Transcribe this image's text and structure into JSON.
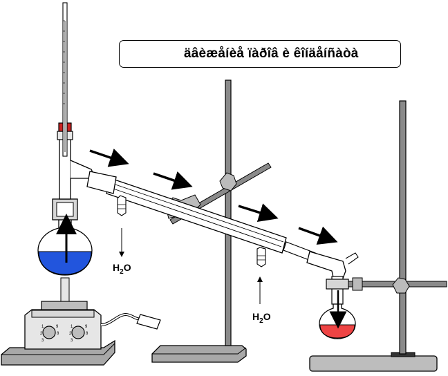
{
  "legend": {
    "text": "äâèæåíèå ïàðîâ è êîíäåíñàòà",
    "arrow_icon": "arrow-right-icon"
  },
  "labels": {
    "water_left": {
      "prefix": "H",
      "sub": "2",
      "suffix": "O"
    },
    "water_right": {
      "prefix": "H",
      "sub": "2",
      "suffix": "O"
    }
  },
  "hotplate_dial_digits": {
    "left": [
      "1",
      "9",
      "2",
      "8",
      "3"
    ],
    "right": [
      "1",
      "9",
      "2",
      "8",
      "3"
    ]
  },
  "colors": {
    "liquid_in_boiling_flask": "#2255dd",
    "distillate_in_receiver": "#ee4444",
    "stopper": "#cc2222",
    "stand_metal": "#888888",
    "plate": "#aaaaaa",
    "outline": "#000000"
  }
}
